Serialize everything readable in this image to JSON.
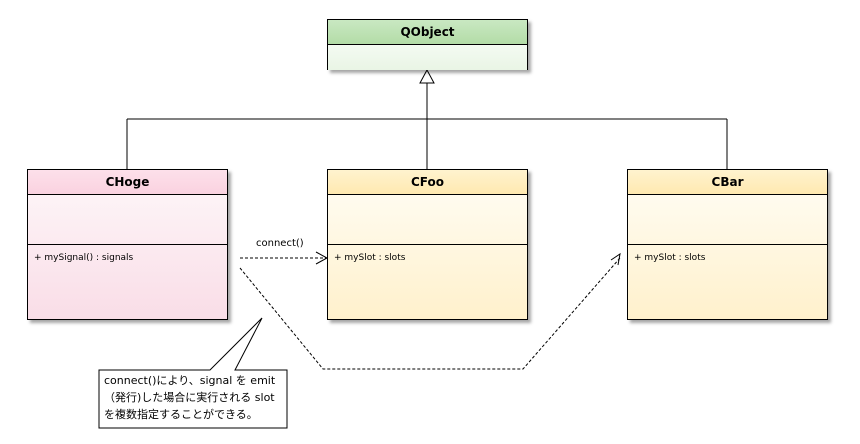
{
  "diagram": {
    "base_class": {
      "name": "QObject"
    },
    "classes": [
      {
        "name": "CHoge",
        "operation": "+ mySignal() : signals"
      },
      {
        "name": "CFoo",
        "operation": "+ mySlot : slots"
      },
      {
        "name": "CBar",
        "operation": "+ mySlot : slots"
      }
    ],
    "connect_label": "connect()",
    "note": {
      "line1": "connect()により、signal を emit",
      "line2": "（発行)した場合に実行される slot",
      "line3": "を複数指定することができる。"
    },
    "colors": {
      "qobject_header": "#b3dca7",
      "choge_fill": "#fad2e0",
      "cfoo_fill": "#ffe9b0",
      "cbar_fill": "#ffe9b0"
    }
  }
}
